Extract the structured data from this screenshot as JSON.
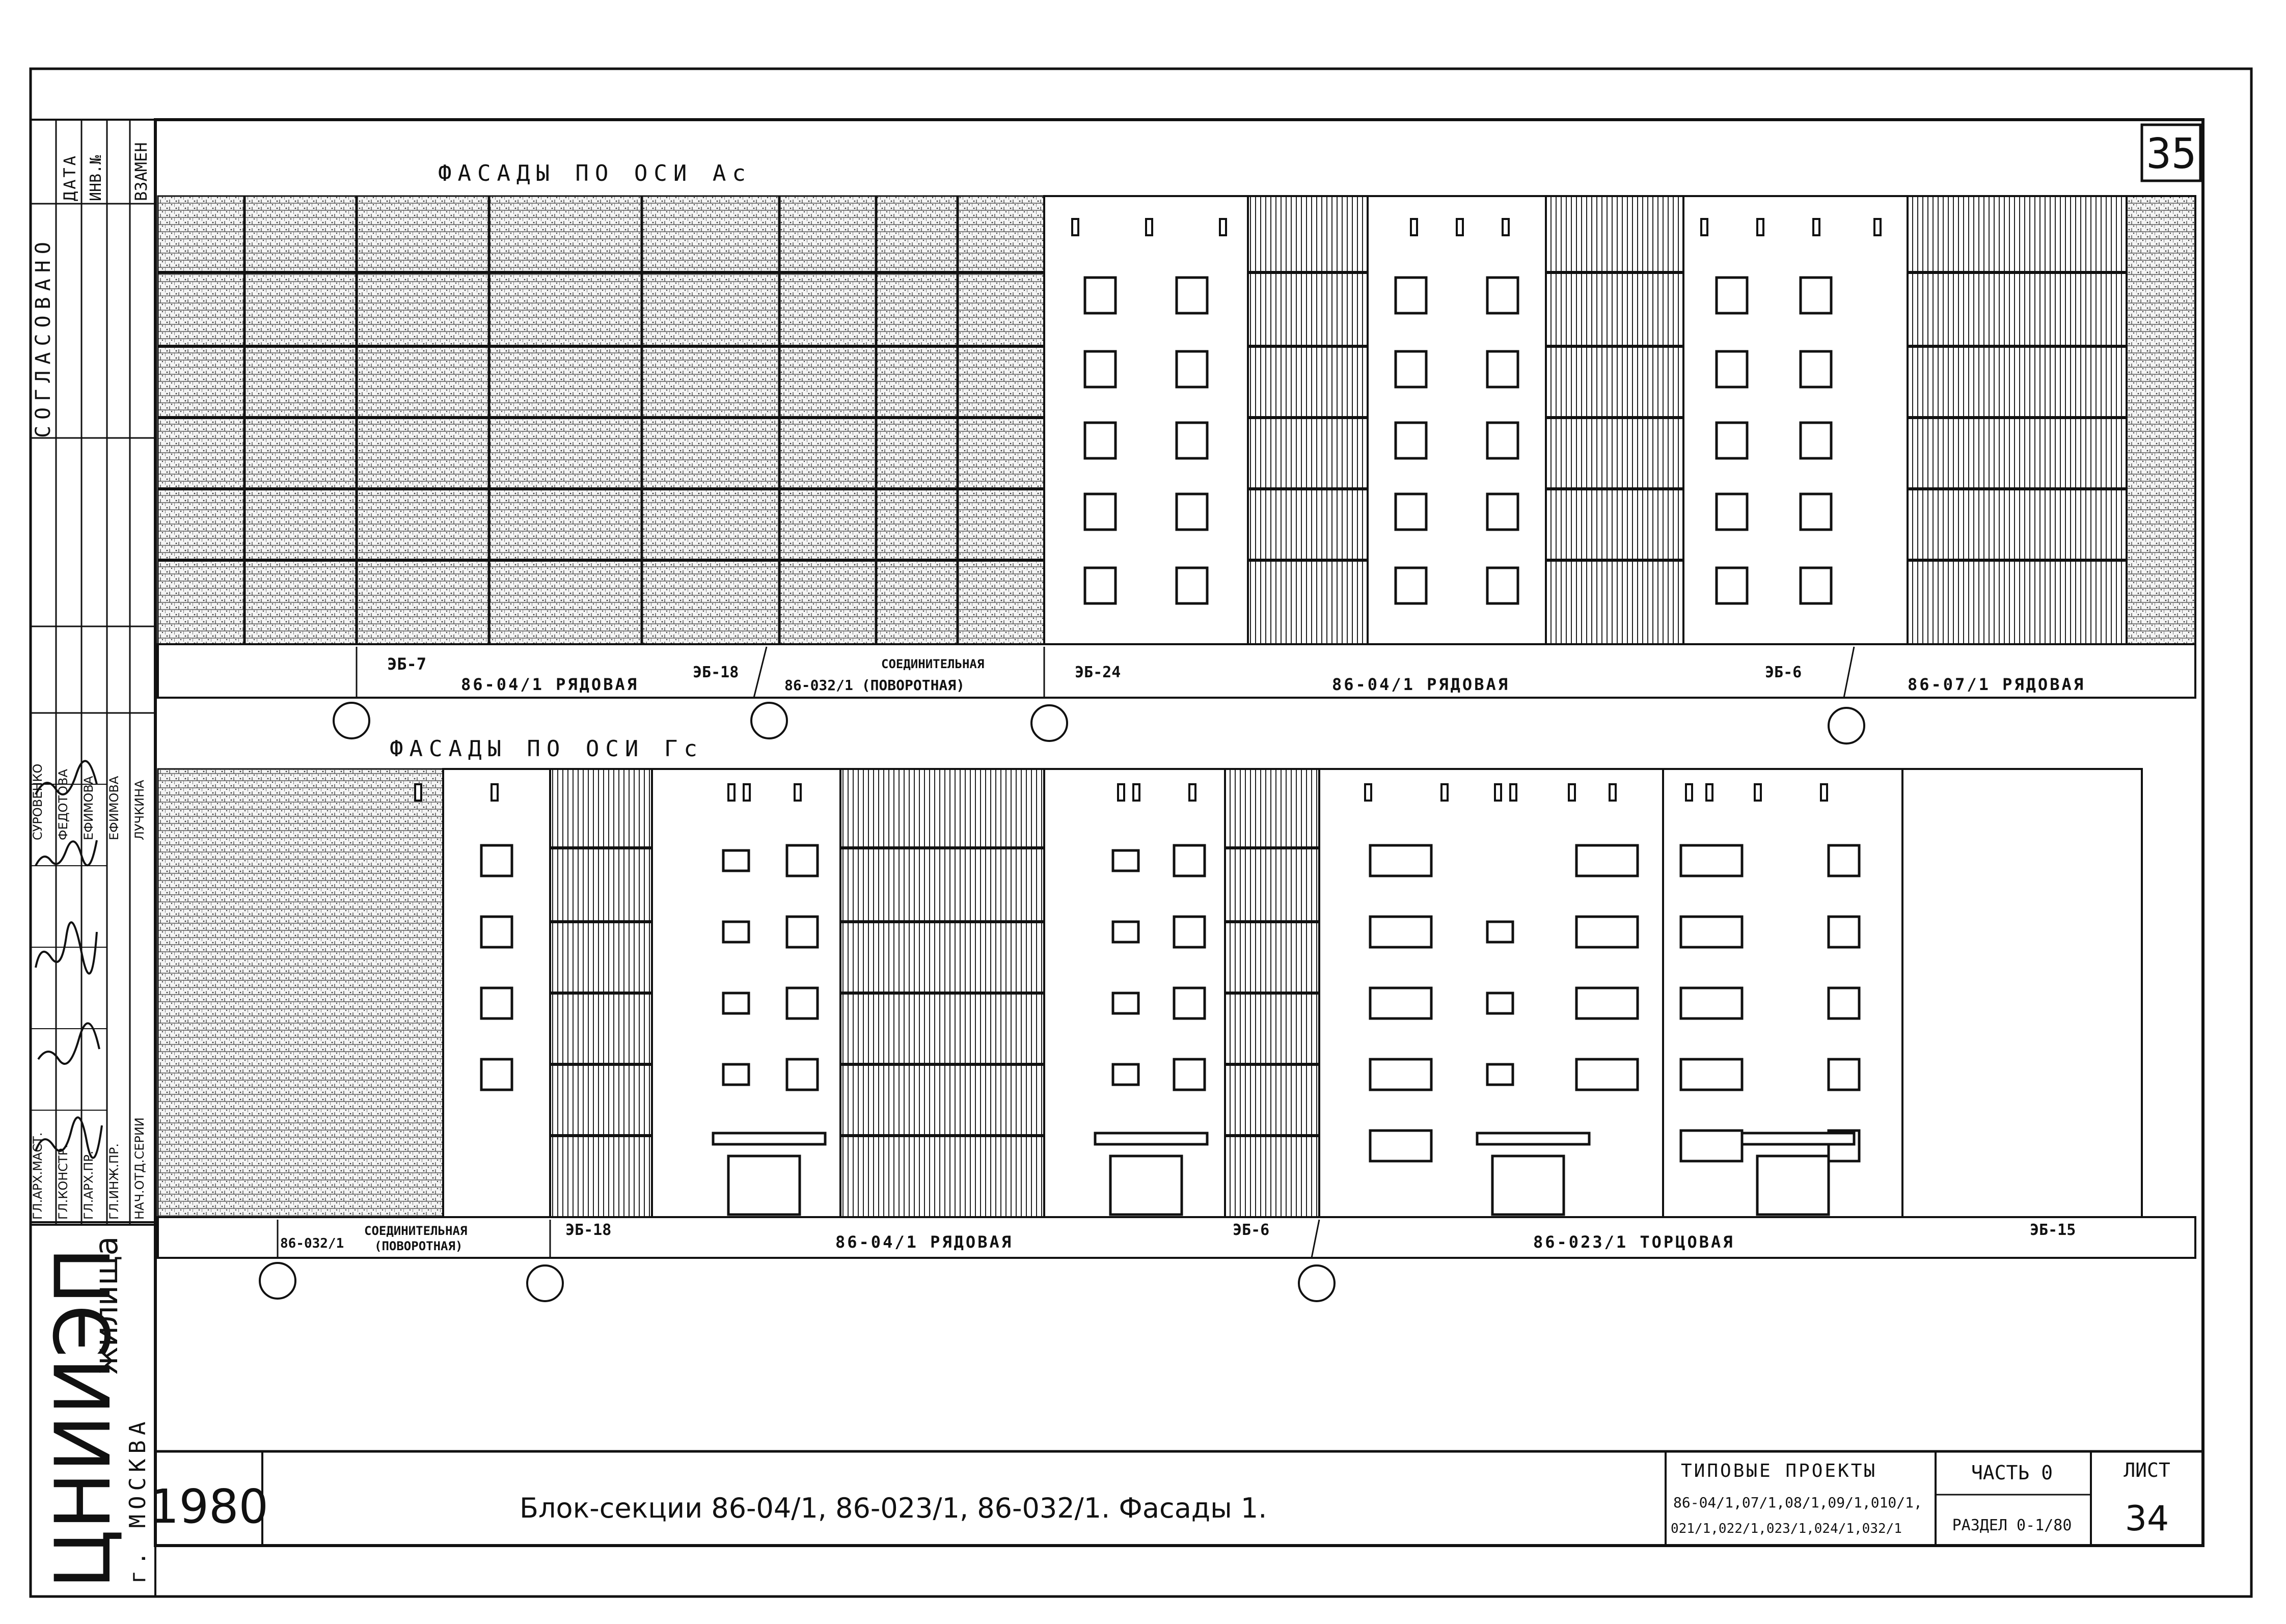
{
  "sheet": {
    "sheet_number": "35",
    "facade_title_1": "ФАСАДЫ  ПО  ОСИ  Ас",
    "facade_title_2": "ФАСАДЫ  ПО  ОСИ  Гс"
  },
  "facade_1_labels": {
    "mark_1": "ЭБ-7",
    "section_1": "86-04/1  РЯДОВАЯ",
    "mark_2": "ЭБ-18",
    "section_2": "86-032/1  (ПОВОРОТНАЯ)",
    "connecting": "СОЕДИНИТЕЛЬНАЯ",
    "mark_3": "ЭБ-24",
    "section_3": "86-04/1  РЯДОВАЯ",
    "mark_4": "ЭБ-6",
    "section_4": "86-07/1  РЯДОВАЯ"
  },
  "facade_2_labels": {
    "section_1": "86-032/1",
    "connecting": "СОЕДИНИТЕЛЬНАЯ",
    "turning": "(ПОВОРОТНАЯ)",
    "mark_1": "ЭБ-18",
    "section_2": "86-04/1  РЯДОВАЯ",
    "mark_2": "ЭБ-6",
    "section_3": "86-023/1   ТОРЦОВАЯ",
    "mark_3": "ЭБ-15"
  },
  "approvals": {
    "header_date": "ДАТА",
    "header_agreed": "СОГЛАСОВАНО",
    "header_inv": "ИНВ.№",
    "header_replaced": "ВЗАМЕН",
    "signatures": [
      {
        "role": "ГЛ.АРХ.МАСТ.",
        "name": "СУРОВЕНКО"
      },
      {
        "role": "ГЛ.КОНСТР.",
        "name": "ФЕДОТОВА"
      },
      {
        "role": "ГЛ.АРХ.ПР.",
        "name": "ЕФИМОВА"
      },
      {
        "role": "ГЛ.ИНЖ.ПР.",
        "name": "ЕФИМОВА"
      },
      {
        "role": "НАЧ.ОТД.СЕРИИ",
        "name": "ЛУЧКИНА"
      }
    ]
  },
  "organization": {
    "name": "ЦНИИЭП",
    "suffix": "жилища",
    "city": "г. МОСКВА"
  },
  "title_block": {
    "year": "1980",
    "drawing_title": "Блок-секции  86-04/1, 86-023/1, 86-032/1.  Фасады 1.",
    "project_label": "ТИПОВЫЕ  ПРОЕКТЫ",
    "project_list_1": "86-04/1,07/1,08/1,09/1,010/1,",
    "project_list_2": "021/1,022/1,023/1,024/1,032/1",
    "part_label": "ЧАСТЬ 0",
    "section_label": "РАЗДЕЛ 0-1/80",
    "sheet_label": "ЛИСТ",
    "sheet_value": "34"
  }
}
